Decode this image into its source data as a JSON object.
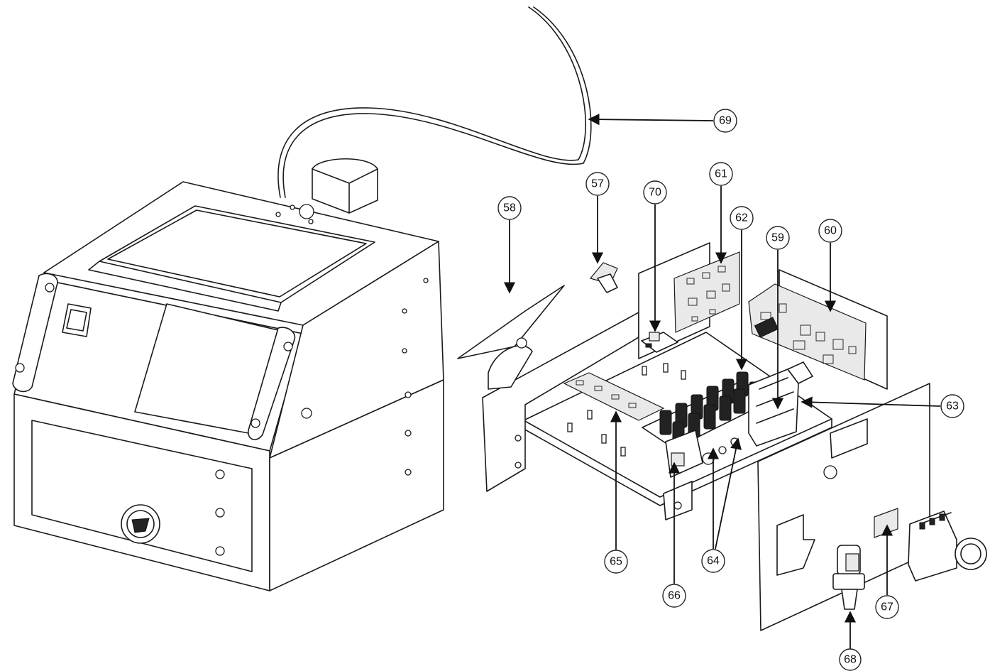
{
  "callouts": [
    {
      "id": "57",
      "label": "57"
    },
    {
      "id": "58",
      "label": "58"
    },
    {
      "id": "59",
      "label": "59"
    },
    {
      "id": "60",
      "label": "60"
    },
    {
      "id": "61",
      "label": "61"
    },
    {
      "id": "62",
      "label": "62"
    },
    {
      "id": "63",
      "label": "63"
    },
    {
      "id": "64",
      "label": "64"
    },
    {
      "id": "65",
      "label": "65"
    },
    {
      "id": "66",
      "label": "66"
    },
    {
      "id": "67",
      "label": "67"
    },
    {
      "id": "68",
      "label": "68"
    },
    {
      "id": "69",
      "label": "69"
    },
    {
      "id": "70",
      "label": "70"
    }
  ],
  "colors": {
    "line": "#1a1a1a",
    "background": "#ffffff",
    "capacitor": "#222222"
  }
}
